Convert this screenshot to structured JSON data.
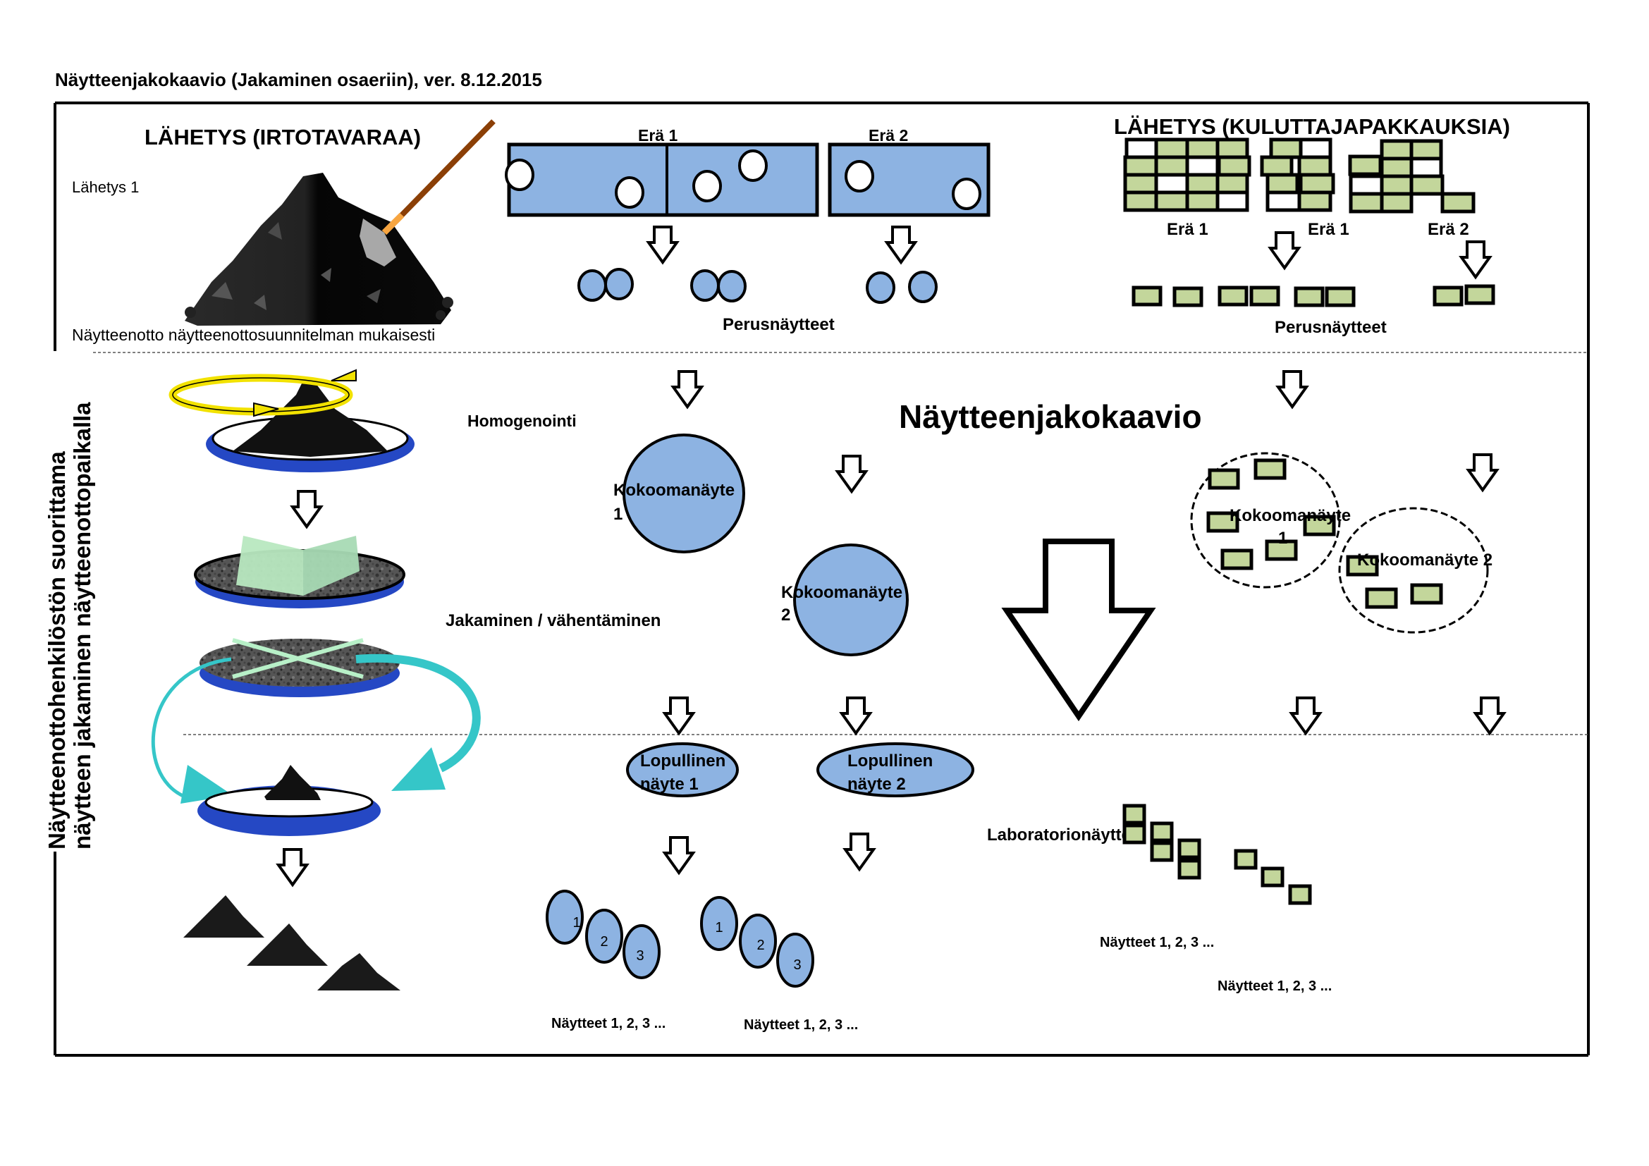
{
  "document": {
    "title": "Näytteenjakokaavio (Jakaminen osaeriin), ver. 8.12.2015",
    "center_heading": "Näytteenjakokaavio",
    "side_label_line1": "Näytteenottohenkilöstön suorittama",
    "side_label_line2": "näytteen jakaminen näytteenottopaikalla"
  },
  "bulk": {
    "heading": "LÄHETYS (IRTOTAVARAA)",
    "shipment_label": "Lähetys  1",
    "sampling_note": "Näytteenotto näytteenottosuunnitelman mukaisesti",
    "lot1_label": "Erä  1",
    "lot2_label": "Erä  2",
    "primary_samples_label": "Perusnäytteet",
    "homogenization_label": "Homogenointi",
    "division_label": "Jakaminen / vähentäminen",
    "composite1_label_line1": "Kokoomanäyte",
    "composite1_label_line2": "1",
    "composite2_label_line1": "Kokoomanäyte",
    "composite2_label_line2": "2",
    "final1_line1": "Lopullinen",
    "final1_line2": "näyte 1",
    "final2_line1": "Lopullinen",
    "final2_line2": "näyte 2",
    "sample_numbers": [
      "1",
      "2",
      "3"
    ],
    "samples_caption_1": "Näytteet 1, 2, 3 ...",
    "samples_caption_2": "Näytteet 1, 2, 3 ..."
  },
  "consumer": {
    "heading": "LÄHETYS (KULUTTAJAPAKKAUKSIA)",
    "lot_labels": [
      "Erä 1",
      "Erä 1",
      "Erä 2"
    ],
    "primary_samples_label": "Perusnäytteet",
    "composite1_label_line1": "Kokoomanäyte",
    "composite1_label_line2": "1",
    "composite2_label": "Kokoomanäyte 2",
    "lab_samples_label": "Laboratorionäytteet",
    "samples_caption_1": "Näytteet 1, 2, 3 ...",
    "samples_caption_2": "Näytteet 1, 2, 3 ..."
  },
  "colors": {
    "sample_blue": "#8db3e2",
    "package_green": "#c3d69b",
    "tray_blue": "#2548c4",
    "rotation_yellow": "#f2e200",
    "transfer_teal": "#35c6c8",
    "divider_green": "#b8e8c0"
  }
}
